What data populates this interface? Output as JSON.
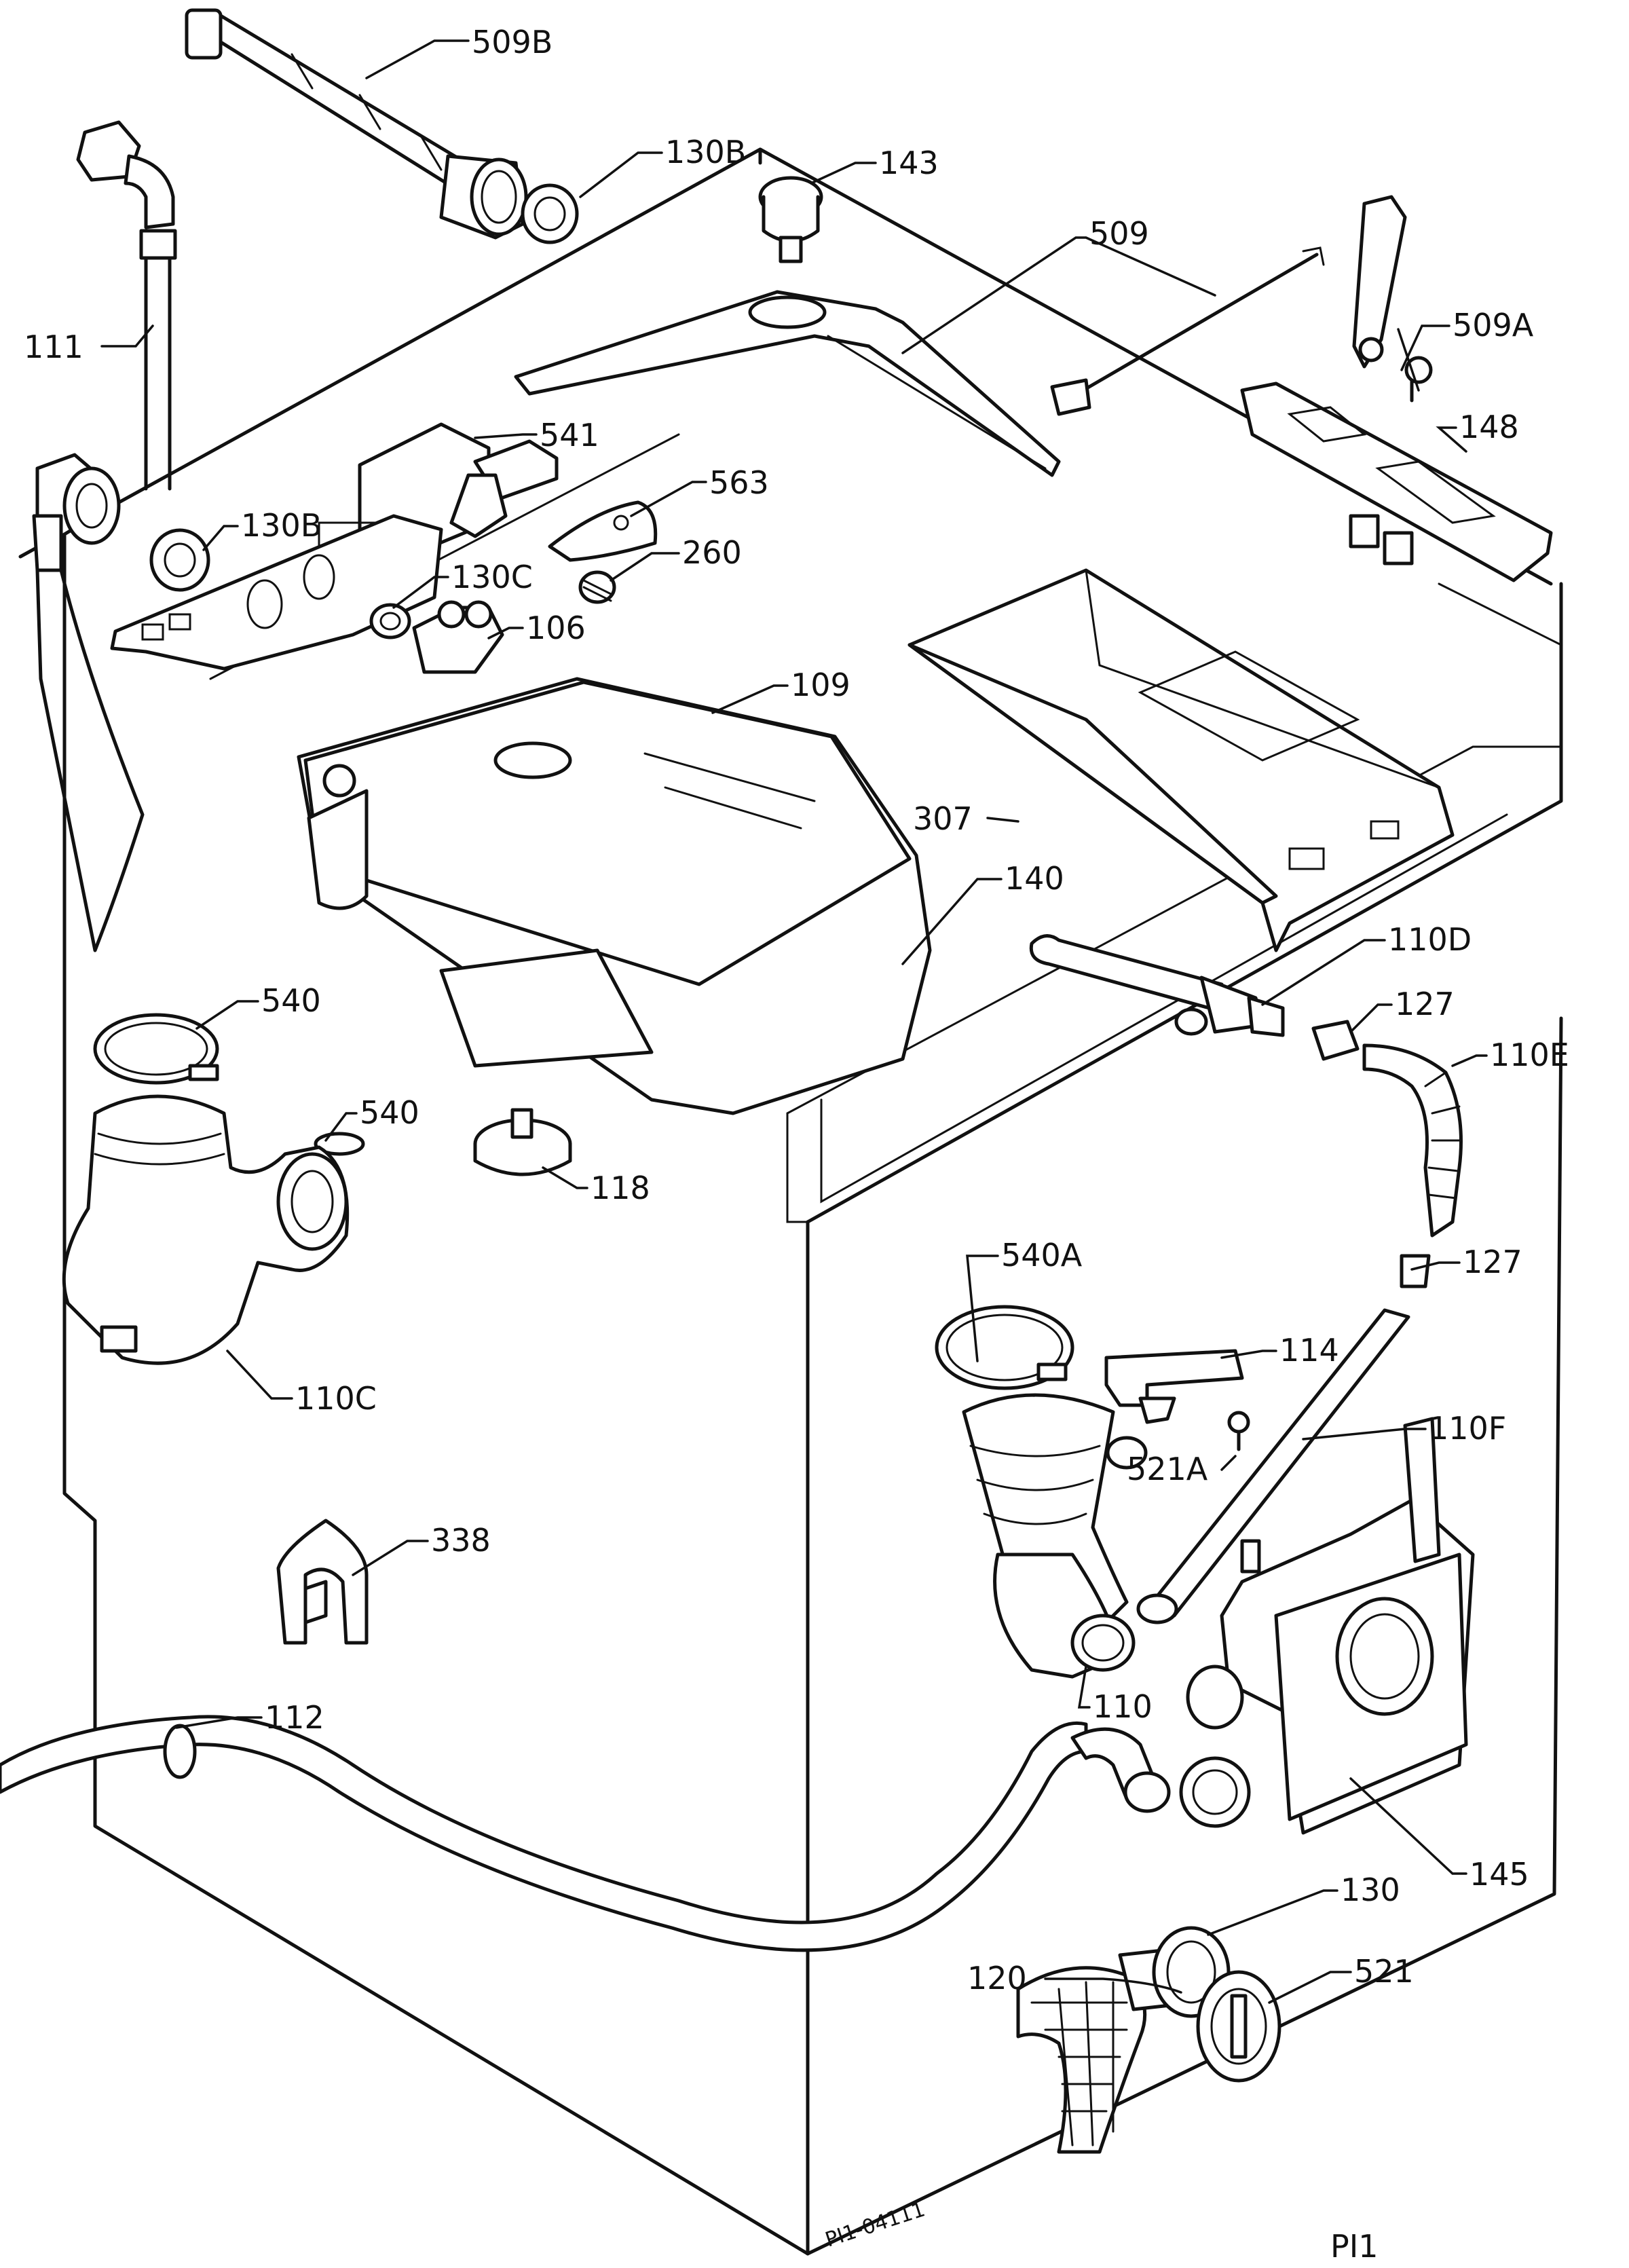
{
  "diagram": {
    "code_stamp": "PI1-04111",
    "plate": "PI1",
    "labels": {
      "509B": "509B",
      "130B_top": "130B",
      "143": "143",
      "509": "509",
      "509A": "509A",
      "111": "111",
      "148": "148",
      "541": "541",
      "563": "563",
      "130B_mid": "130B",
      "260": "260",
      "130C": "130C",
      "106": "106",
      "109": "109",
      "307": "307",
      "140": "140",
      "110D": "110D",
      "127_top": "127",
      "110E": "110E",
      "540_top": "540",
      "540_mid": "540",
      "118": "118",
      "540A": "540A",
      "127_mid": "127",
      "110C": "110C",
      "114": "114",
      "110F": "110F",
      "521A": "521A",
      "338": "338",
      "110": "110",
      "112": "112",
      "145": "145",
      "130": "130",
      "120": "120",
      "521": "521"
    }
  }
}
